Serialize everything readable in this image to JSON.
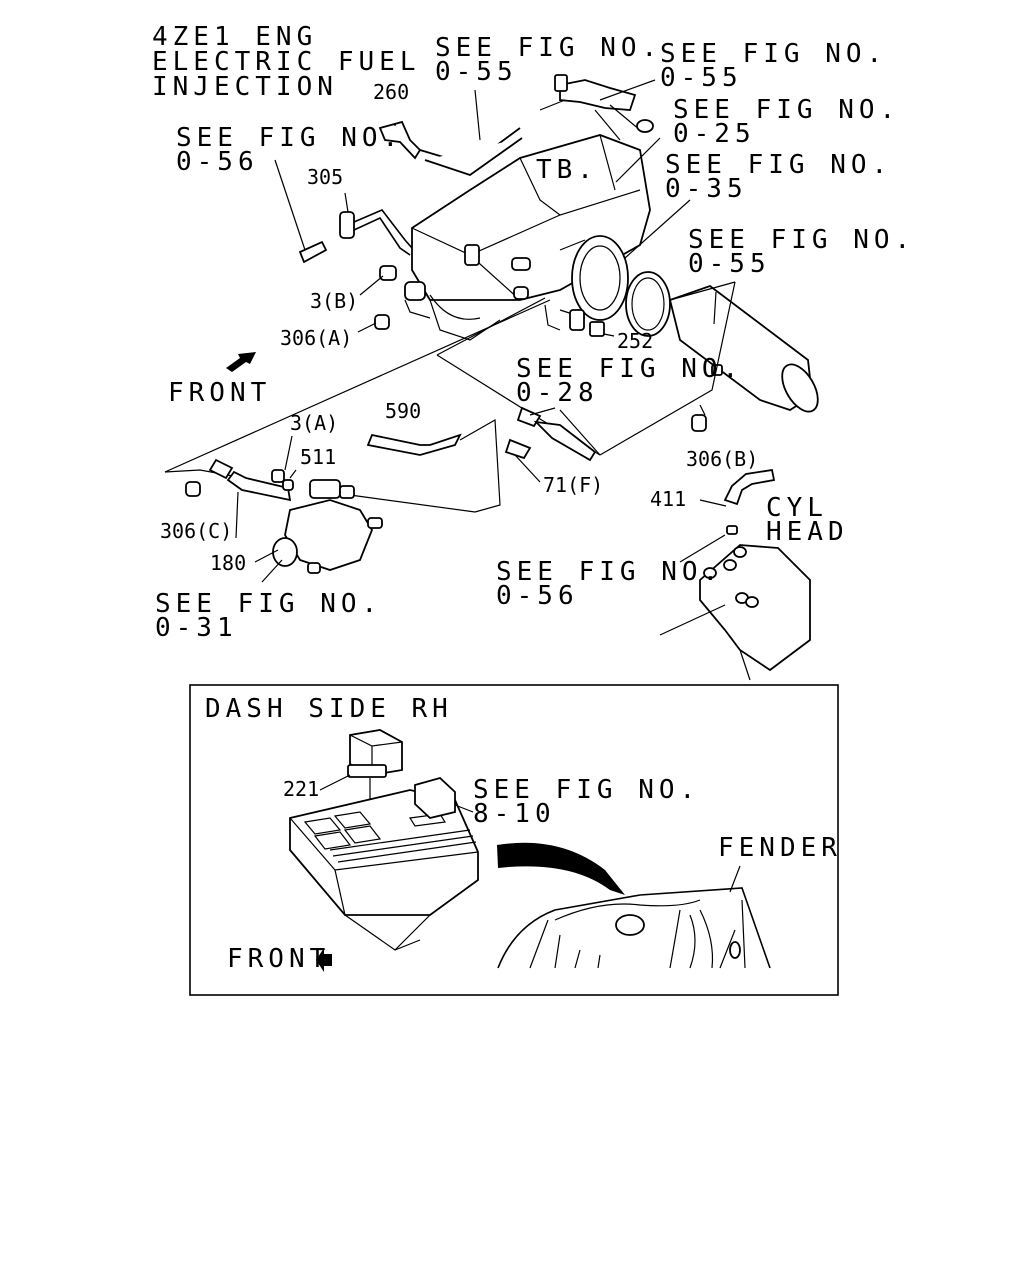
{
  "title": {
    "line1": "4ZE1 ENG",
    "line2": "ELECTRIC FUEL",
    "line3": "INJECTION"
  },
  "refs": {
    "r055_top_a_1": "SEE FIG NO.",
    "r055_top_a_2": "0-55",
    "r055_top_b_1": "SEE FIG NO.",
    "r055_top_b_2": "0-55",
    "r025_1": "SEE FIG NO.",
    "r025_2": "0-25",
    "r035_1": "SEE FIG NO.",
    "r035_2": "0-35",
    "r056_left_1": "SEE FIG NO.",
    "r056_left_2": "0-56",
    "r055_right_1": "SEE FIG NO.",
    "r055_right_2": "0-55",
    "r028_1": "SEE FIG NO.",
    "r028_2": "0-28",
    "r056_bottom_1": "SEE FIG NO.",
    "r056_bottom_2": "0-56",
    "r031_1": "SEE FIG NO.",
    "r031_2": "0-31",
    "r810_1": "SEE FIG NO.",
    "r810_2": "8-10"
  },
  "parts": {
    "p260": "260",
    "p305": "305",
    "p3b": "3(B)",
    "p306a": "306(A)",
    "p252": "252",
    "p590": "590",
    "p3a": "3(A)",
    "p511": "511",
    "p71f": "71(F)",
    "p306b": "306(B)",
    "p411": "411",
    "p306c": "306(C)",
    "p180": "180",
    "p221": "221"
  },
  "labels": {
    "tb": "TB.",
    "front_top": "FRONT",
    "cyl_1": "CYL",
    "cyl_2": "HEAD",
    "dash_side": "DASH SIDE RH",
    "front_bottom": "FRONT",
    "fender": "FENDER"
  }
}
